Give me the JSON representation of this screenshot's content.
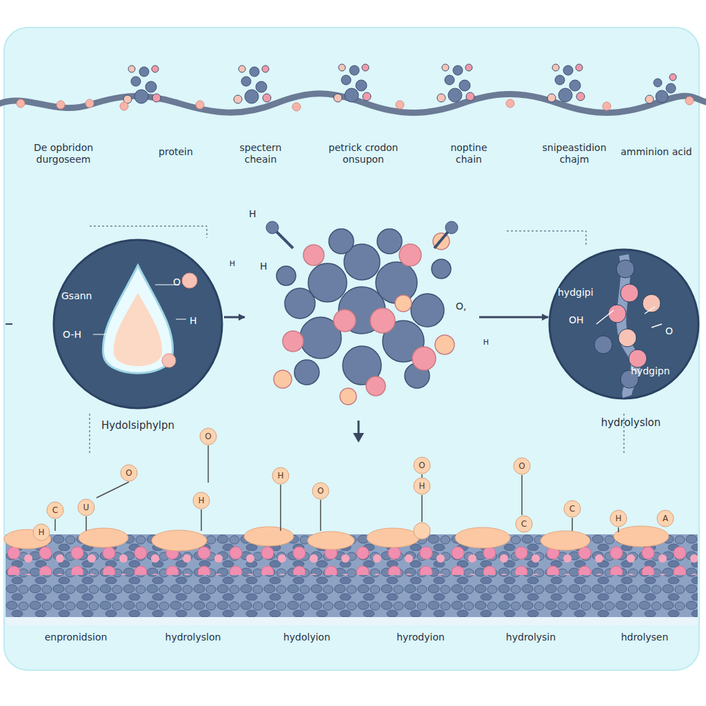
{
  "diagram": {
    "nodes": [
      {
        "text": [
          "Gsann",
          "O",
          "O-H",
          "H"
        ]
      },
      {
        "text": [
          "H",
          "H",
          "O,"
        ]
      },
      {
        "text": [
          "hydgipi",
          "OH",
          "O",
          "hydgipn"
        ]
      }
    ],
    "edges": [
      {
        "from": 0,
        "to": 1,
        "arrow": "to"
      },
      {
        "from": 1,
        "to": 2,
        "arrow": "to"
      }
    ],
    "labels": [
      "De opbridon durgoseem",
      "protein",
      "spectern cheain",
      "petrick crodon onsupon",
      "noptine chain",
      "snipeastidion chajm",
      "amminion acid",
      "Hydolsiphylpn",
      "hydrolyslon",
      "H",
      "H",
      "O",
      "O",
      "C",
      "U",
      "H",
      "H",
      "H",
      "O",
      "O",
      "H",
      "O",
      "C",
      "C",
      "H",
      "A",
      "enpronidsion",
      "hydrolyslon",
      "hydolyion",
      "hyrodyion",
      "hydrolysin",
      "hdrolysen"
    ]
  }
}
